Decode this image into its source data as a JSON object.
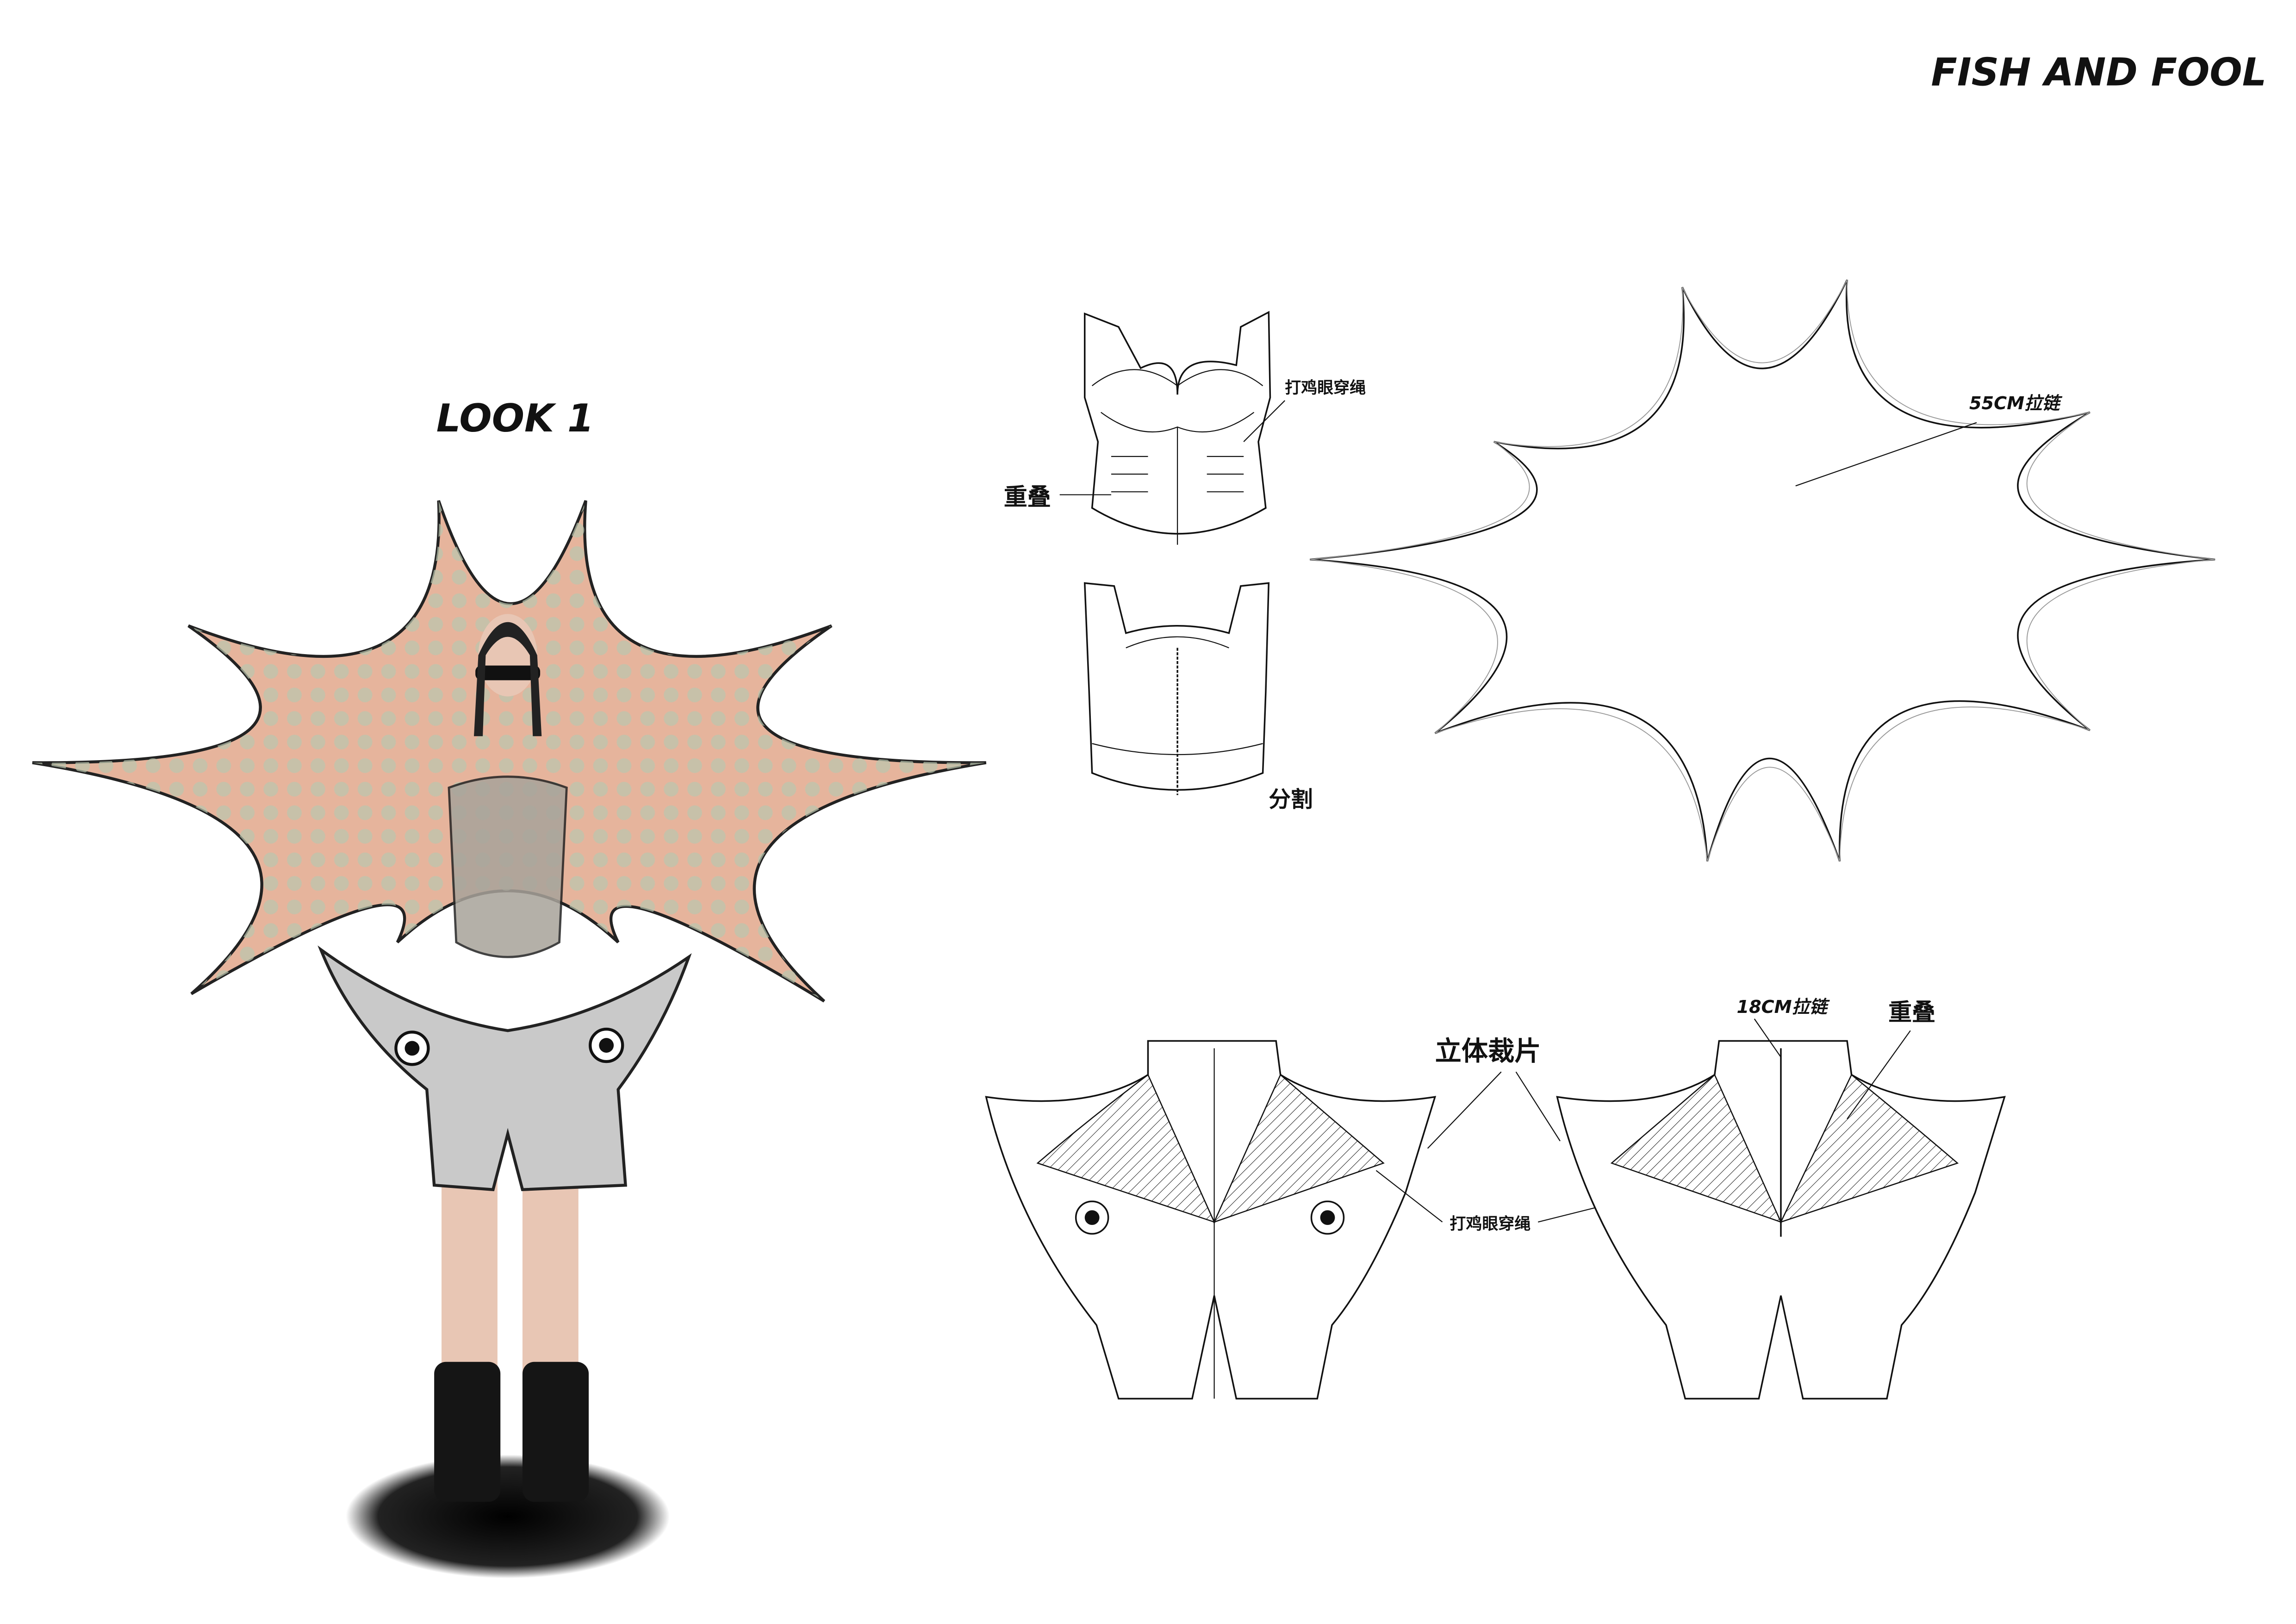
{
  "header": {
    "title": "FISH AND FOOL"
  },
  "look": {
    "title": "LOOK 1"
  },
  "corset": {
    "eyelet_label": "打鸡眼穿绳",
    "overlap_label": "重叠",
    "split_label": "分割"
  },
  "cape": {
    "zipper_label": "55CM拉链"
  },
  "shorts": {
    "draping_label": "立体裁片",
    "zipper_label": "18CM拉链",
    "overlap_label": "重叠",
    "eyelet_label": "打鸡眼穿绳"
  },
  "colors": {
    "wing": "#e6b49c",
    "wing_dot": "#b9c7b0",
    "skirt": "#c9c9c9",
    "skin": "#e8c6b4",
    "boot": "#151515"
  }
}
